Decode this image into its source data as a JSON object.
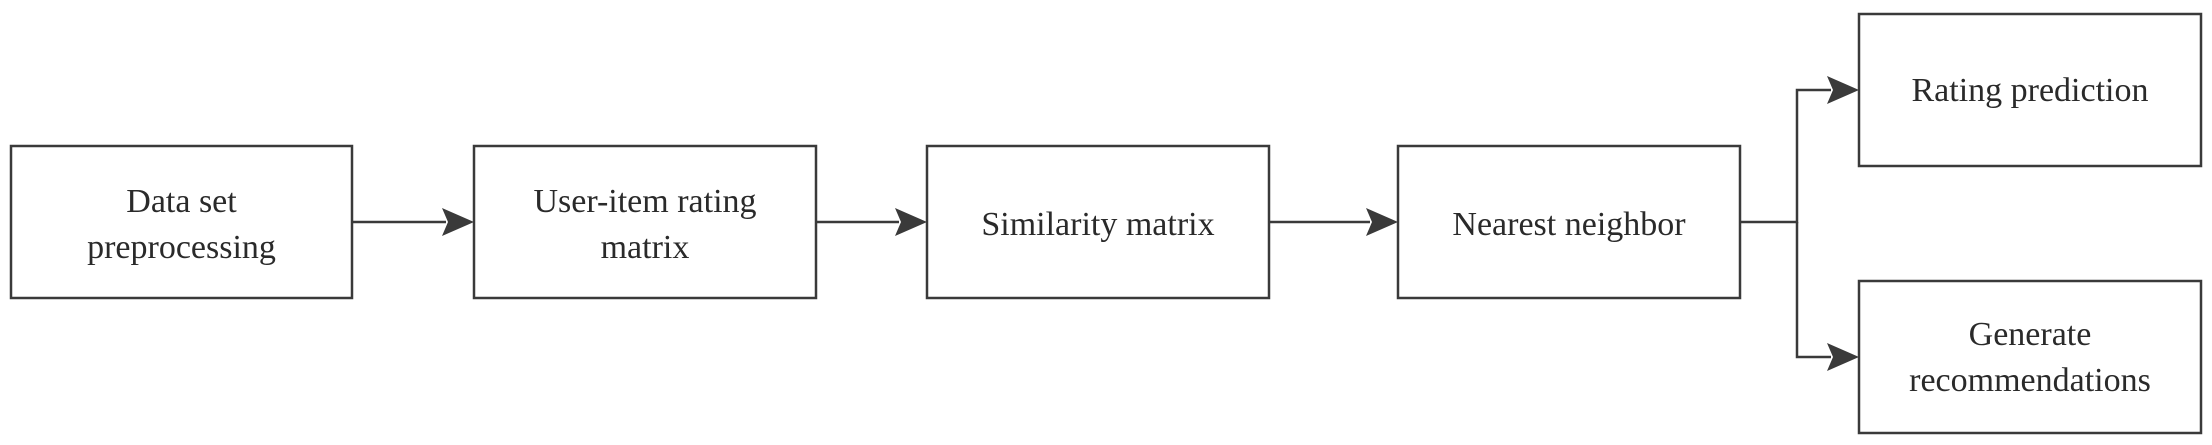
{
  "diagram": {
    "nodes": [
      {
        "id": "preprocessing",
        "lines": [
          "Data set",
          "preprocessing"
        ]
      },
      {
        "id": "rating-matrix",
        "lines": [
          "User-item rating",
          "matrix"
        ]
      },
      {
        "id": "similarity",
        "lines": [
          "Similarity matrix"
        ]
      },
      {
        "id": "neighbor",
        "lines": [
          "Nearest neighbor"
        ]
      },
      {
        "id": "prediction",
        "lines": [
          "Rating prediction"
        ]
      },
      {
        "id": "recommend",
        "lines": [
          "Generate",
          "recommendations"
        ]
      }
    ],
    "edges": [
      {
        "from": "preprocessing",
        "to": "rating-matrix"
      },
      {
        "from": "rating-matrix",
        "to": "similarity"
      },
      {
        "from": "similarity",
        "to": "neighbor"
      },
      {
        "from": "neighbor",
        "to": "prediction"
      },
      {
        "from": "neighbor",
        "to": "recommend"
      }
    ]
  }
}
